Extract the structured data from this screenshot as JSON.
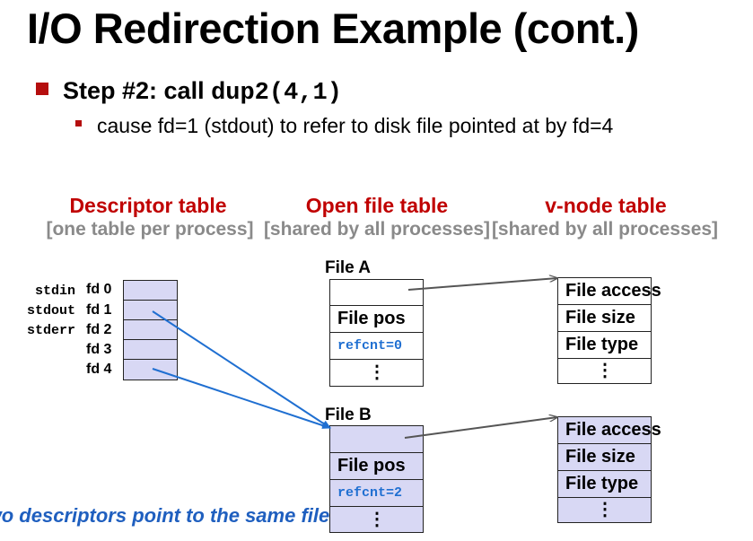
{
  "slide": {
    "title": "I/O Redirection Example (cont.)",
    "step": {
      "prefix": "Step #2: call ",
      "code": "dup2(4,1)"
    },
    "sub_bullet": "cause fd=1 (stdout) to refer to disk file pointed at by fd=4",
    "footer": "Two descriptors point to the same file",
    "colors": {
      "accent": "#c00000",
      "bullet": "#b50e0e",
      "cell_fill": "#d8d8f4",
      "arrow_blue": "#1f6fd1",
      "arrow_gray": "#555555",
      "footer": "#1f5fbf"
    }
  },
  "descriptor_table": {
    "header": "Descriptor table",
    "subheader": "[one table per process]",
    "std_labels": [
      "stdin",
      "stdout",
      "stderr"
    ],
    "fd_labels": [
      "fd 0",
      "fd 1",
      "fd 2",
      "fd 3",
      "fd 4"
    ]
  },
  "open_file_table": {
    "header": "Open file table",
    "subheader": "[shared by all processes]",
    "file_a": {
      "name": "File A",
      "pos_label": "File pos",
      "refcnt": "refcnt=0",
      "more": "⋮"
    },
    "file_b": {
      "name": "File B",
      "pos_label": "File pos",
      "refcnt": "refcnt=2",
      "more": "⋮"
    }
  },
  "vnode_table": {
    "header": "v-node table",
    "subheader": "[shared by all processes]",
    "vnode_a": {
      "access": "File access",
      "size": "File size",
      "type": "File type",
      "more": "⋮"
    },
    "vnode_b": {
      "access": "File access",
      "size": "File size",
      "type": "File type",
      "more": "⋮"
    }
  }
}
